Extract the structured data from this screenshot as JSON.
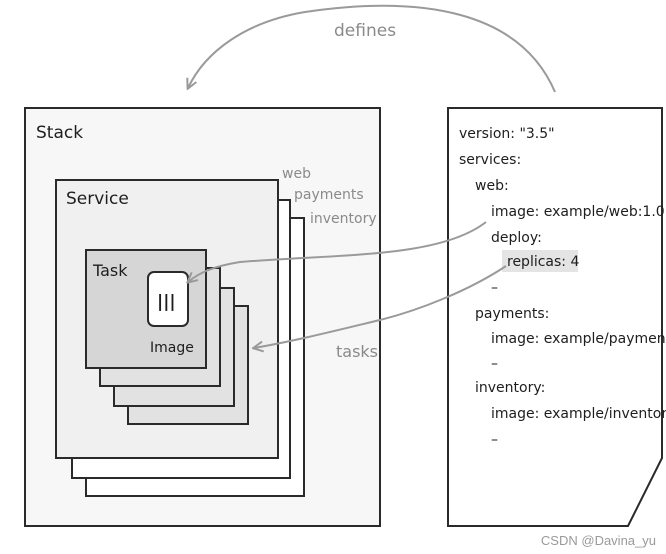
{
  "defines_label": "defines",
  "tasks_label": "tasks",
  "stack": {
    "title": "Stack"
  },
  "service": {
    "title": "Service",
    "stack_labels": [
      "web",
      "payments",
      "inventory"
    ]
  },
  "task": {
    "title": "Task",
    "icon_glyph": "|||",
    "image_label": "Image"
  },
  "compose": {
    "lines": [
      "version: \"3.5\"",
      "services:",
      "web:",
      "image: example/web:1.0",
      "deploy:",
      "replicas: 4",
      "–",
      "payments:",
      "image: example/payments",
      "–",
      "inventory:",
      "image: example/inventory",
      "–"
    ]
  },
  "watermark": "CSDN @Davina_yu",
  "colors": {
    "stack_fill": "#f7f7f7",
    "service_fill": "#f0f0f0",
    "task_fill": "#d6d6d6",
    "task_back_fill": "#e2e2e2",
    "highlight_fill": "#e4e4e4",
    "arrow": "#9a9a9a"
  }
}
